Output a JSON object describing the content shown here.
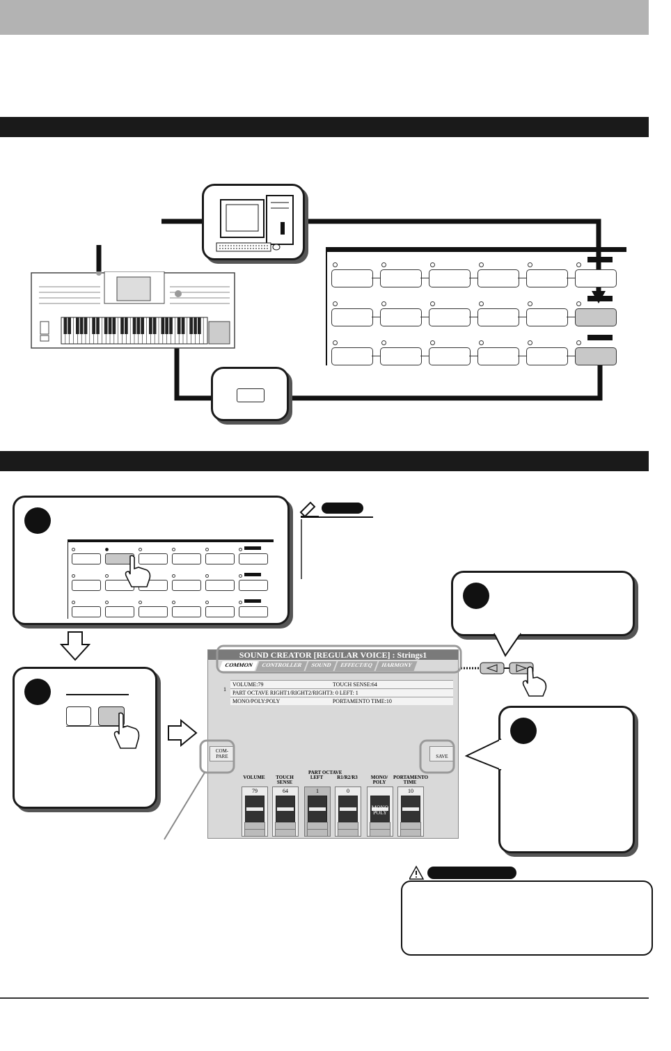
{
  "lcd": {
    "title": "SOUND CREATOR [REGULAR VOICE] : Strings1",
    "tabs": [
      "COMMON",
      "CONTROLLER",
      "SOUND",
      "EFFECT/EQ",
      "HARMONY"
    ],
    "rows": [
      [
        "VOLUME:79",
        "TOUCH SENSE:64"
      ],
      [
        "PART OCTAVE        RIGHT1/RIGHT2/RIGHT3: 0        LEFT: 1",
        ""
      ],
      [
        "MONO/POLY:POLY",
        "PORTAMENTO TIME:10"
      ]
    ],
    "row_index": "1",
    "compare_label": "COM-\nPARE",
    "save_label": "SAVE",
    "part_octave_label": "PART OCTAVE",
    "sliders": [
      {
        "label": "VOLUME",
        "value": "79"
      },
      {
        "label": "TOUCH\nSENSE",
        "value": "64"
      },
      {
        "label": "LEFT",
        "value": "1"
      },
      {
        "label": "R1/R2/R3",
        "value": "0"
      },
      {
        "label": "MONO/\nPOLY",
        "value": "MONO\nPOLY"
      },
      {
        "label": "PORTAMENTO\nTIME",
        "value": "10"
      }
    ]
  },
  "icons": {
    "note": "pencil-note-icon",
    "warning": "warning-icon",
    "hand": "pointing-hand-icon",
    "arrow_down": "down-arrow-icon",
    "arrow_right": "right-arrow-icon"
  }
}
